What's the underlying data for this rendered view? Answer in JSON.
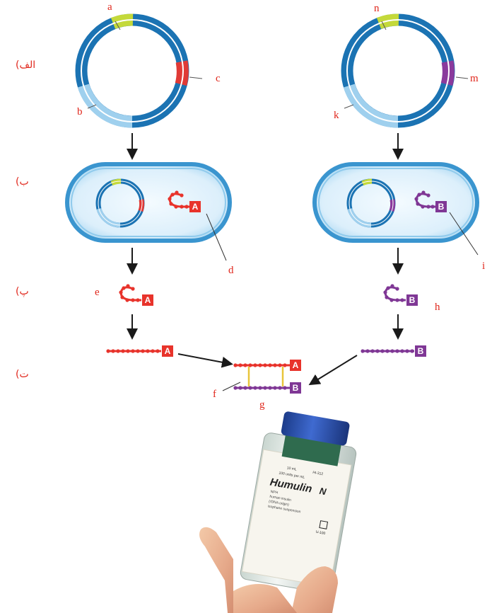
{
  "stages": {
    "alef": "الف)",
    "be": "ب)",
    "pe": "پ)",
    "te": "ت)"
  },
  "labels": {
    "a": "a",
    "b": "b",
    "c": "c",
    "d": "d",
    "e": "e",
    "f": "f",
    "g": "g",
    "h": "h",
    "i": "i",
    "k": "k",
    "m": "m",
    "n": "n"
  },
  "chains": {
    "a": "A",
    "b": "B"
  },
  "vial": {
    "volume": "10 mL",
    "code": "HI-312",
    "strength": "100 units per mL",
    "brand": "Humulin",
    "variant": "N",
    "desc1": "NPH",
    "desc2": "human insulin",
    "desc3": "(rDNA origin)",
    "desc4": "isophane suspension",
    "badge": "U-100"
  },
  "colors": {
    "plasmid_dark": "#1b73b3",
    "plasmid_light": "#9fd0ee",
    "gene_yellow": "#c4d93a",
    "gene_red": "#e03a36",
    "gene_purple": "#8a3a9c",
    "chain_red": "#e8332b",
    "chain_purple": "#7f3795",
    "bond_yellow": "#e8c53a",
    "label_red": "#e0261b"
  }
}
